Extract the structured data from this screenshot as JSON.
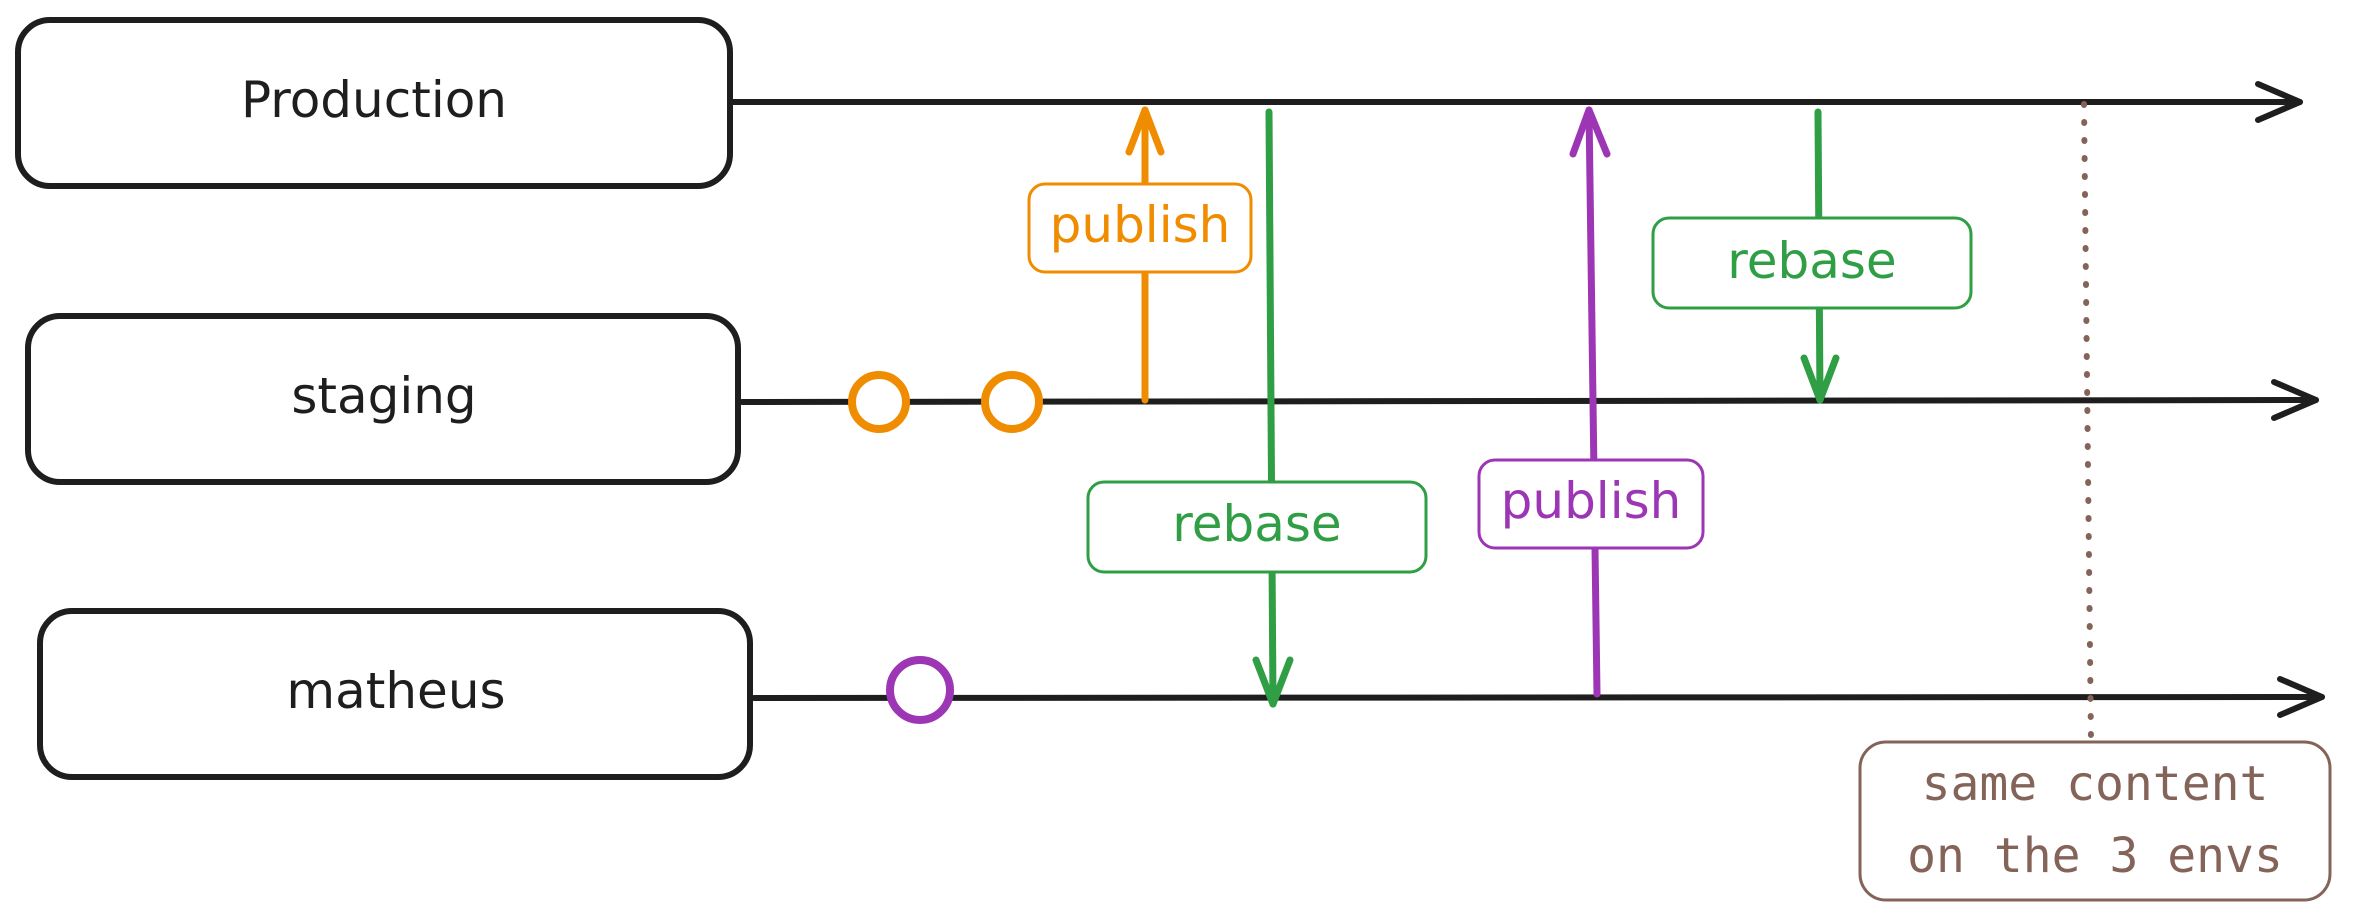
{
  "colors": {
    "ink": "#1e1e1e",
    "publish_orange": "#f08c00",
    "rebase_green": "#2f9e44",
    "publish_purple": "#9c36b5",
    "note_brown": "#846358"
  },
  "lanes": [
    {
      "label": "Production",
      "commits": []
    },
    {
      "label": "staging",
      "commits": [
        {
          "color": "#f08c00"
        },
        {
          "color": "#f08c00"
        }
      ]
    },
    {
      "label": "matheus",
      "commits": [
        {
          "color": "#9c36b5"
        }
      ]
    }
  ],
  "transitions": [
    {
      "label": "publish",
      "from": "staging",
      "to": "Production",
      "color": "#f08c00"
    },
    {
      "label": "rebase",
      "from": "Production",
      "to": "matheus",
      "color": "#2f9e44"
    },
    {
      "label": "publish",
      "from": "matheus",
      "to": "Production",
      "color": "#9c36b5"
    },
    {
      "label": "rebase",
      "from": "Production",
      "to": "staging",
      "color": "#2f9e44"
    }
  ],
  "note": {
    "line1": "same content",
    "line2": "on the 3 envs",
    "color": "#846358"
  }
}
